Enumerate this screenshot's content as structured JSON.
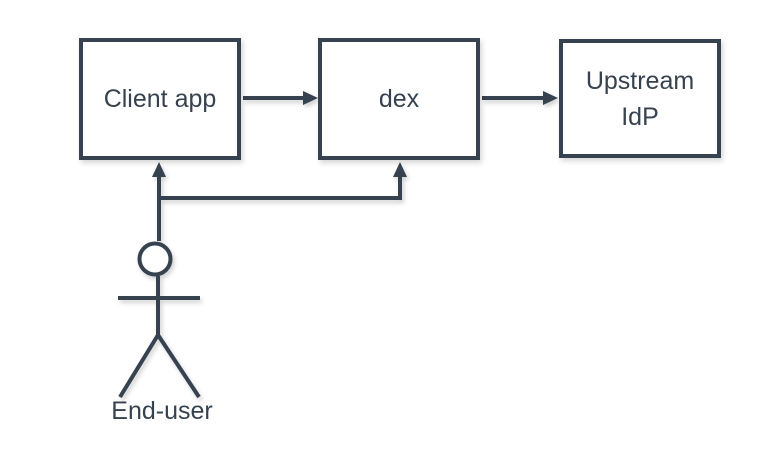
{
  "diagram": {
    "type": "flow-diagram",
    "nodes": {
      "client_app": {
        "label": "Client app"
      },
      "dex": {
        "label": "dex"
      },
      "upstream_idp": {
        "label": "Upstream IdP"
      }
    },
    "actor": {
      "label": "End-user",
      "shape": "stick-figure"
    },
    "edges": [
      {
        "from": "Client app",
        "to": "dex",
        "direction": "right"
      },
      {
        "from": "dex",
        "to": "Upstream IdP",
        "direction": "right"
      },
      {
        "from": "End-user",
        "to": "Client app",
        "direction": "up"
      },
      {
        "from": "End-user",
        "to": "dex",
        "direction": "up"
      }
    ]
  },
  "colors": {
    "stroke": "#36424F",
    "text": "#36424F",
    "bg": "#FFFFFF",
    "node-fill": "#FFFFFF"
  }
}
